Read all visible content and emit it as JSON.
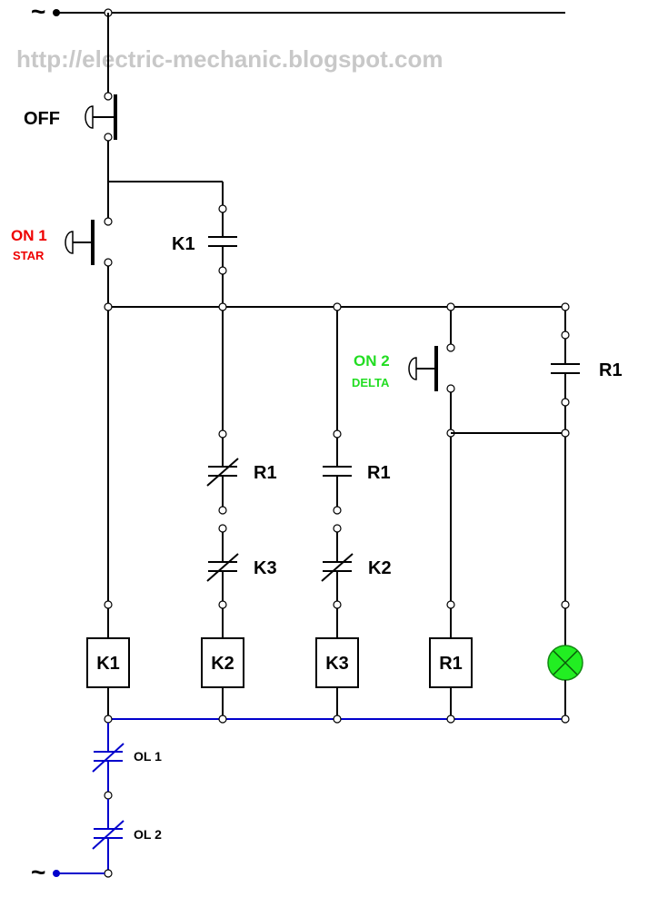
{
  "watermark": "http://electric-mechanic.blogspot.com",
  "supply": {
    "top_symbol": "~",
    "bottom_symbol": "~"
  },
  "buttons": {
    "off": "OFF",
    "on1": "ON 1",
    "on1_sub": "STAR",
    "on2": "ON 2",
    "on2_sub": "DELTA"
  },
  "contacts": {
    "k1_hold": "K1",
    "r1_no_lamp": "R1",
    "r1_nc_k2": "R1",
    "k3_nc_k2": "K3",
    "r1_no_k3": "R1",
    "k2_nc_k3": "K2"
  },
  "coils": {
    "k1": "K1",
    "k2": "K2",
    "k3": "K3",
    "r1": "R1"
  },
  "overloads": {
    "ol1": "OL 1",
    "ol2": "OL 2"
  },
  "colors": {
    "wire": "#000000",
    "neutral": "#0000cc",
    "on1": "#ee0000",
    "on2": "#22dd22",
    "lamp": "#22ee22",
    "watermark": "#c8c8c8"
  }
}
